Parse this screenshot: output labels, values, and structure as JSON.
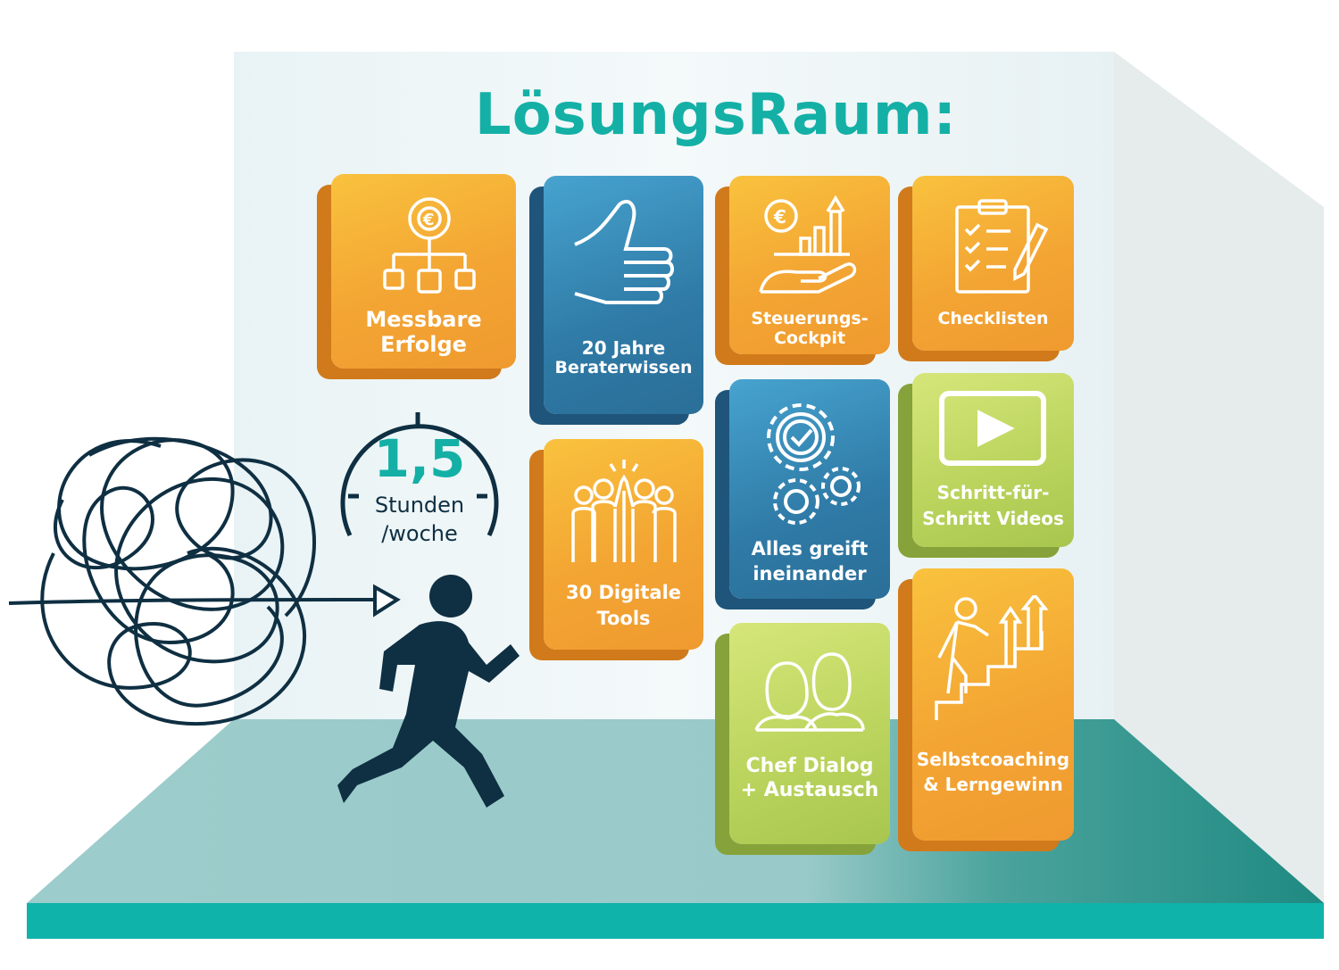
{
  "title": "LösungsRaum:",
  "clock": {
    "value": "1,5",
    "unit_line1": "Stunden",
    "unit_line2": "/woche"
  },
  "tiles": [
    {
      "label1": "Messbare",
      "label2": "Erfolge",
      "icon": "gear-euro-hierarchy-icon",
      "color": "#f3a533"
    },
    {
      "label1": "20 Jahre",
      "label2": "Beraterwissen",
      "icon": "thumbs-up-icon",
      "color": "#2f7aa6"
    },
    {
      "label1": "Steuerungs-",
      "label2": "Cockpit",
      "icon": "hand-chart-euro-icon",
      "color": "#f3a533"
    },
    {
      "label1": "Checklisten",
      "label2": "",
      "icon": "clipboard-checklist-icon",
      "color": "#f3a533"
    },
    {
      "label1": "30 Digitale",
      "label2": "Tools",
      "icon": "team-highfive-icon",
      "color": "#f3a533"
    },
    {
      "label1": "Alles greift",
      "label2": "ineinander",
      "icon": "gears-check-icon",
      "color": "#2f7aa6"
    },
    {
      "label1": "Schritt-für-",
      "label2": "Schritt Videos",
      "icon": "video-play-icon",
      "color": "#b9d35c"
    },
    {
      "label1": "Chef Dialog",
      "label2": "+ Austausch",
      "icon": "two-people-icon",
      "color": "#b9d35c"
    },
    {
      "label1": "Selbstcoaching",
      "label2": "& Lerngewinn",
      "icon": "person-climbing-stairs-icon",
      "color": "#f3a533"
    }
  ]
}
